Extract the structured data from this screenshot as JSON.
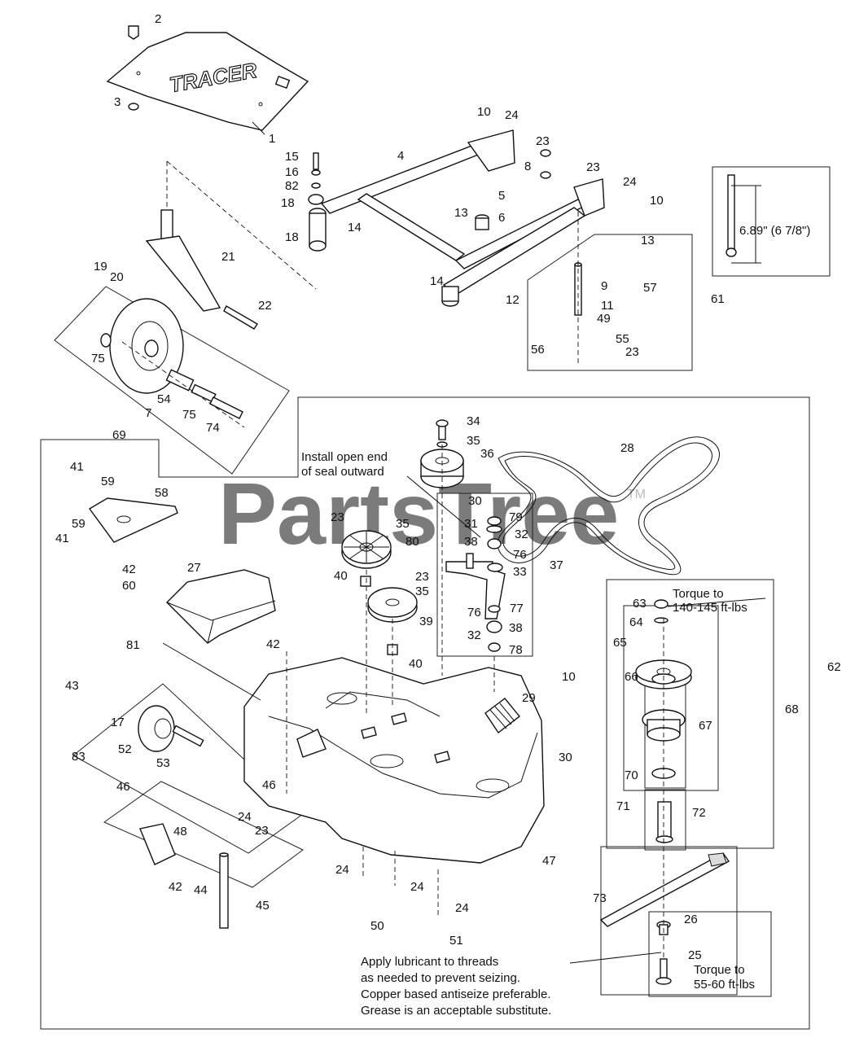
{
  "watermark": "PartsTree",
  "trademark": "TM",
  "hood_logo": "TRACER",
  "notes": {
    "seal": [
      "Install open end",
      "of seal outward"
    ],
    "torque_spindle": [
      "Torque to",
      "140-145 ft-lbs"
    ],
    "torque_blade": [
      "Torque to",
      "55-60 ft-lbs"
    ],
    "lubricant": [
      "Apply lubricant to threads",
      "as needed to prevent seizing.",
      "Copper based antiseize preferable.",
      "Grease is an acceptable substitute."
    ],
    "dimension": "6.89\" (6 7/8\")"
  },
  "callouts": [
    {
      "n": "2"
    },
    {
      "n": "3"
    },
    {
      "n": "1"
    },
    {
      "n": "10"
    },
    {
      "n": "24"
    },
    {
      "n": "23"
    },
    {
      "n": "4"
    },
    {
      "n": "15"
    },
    {
      "n": "16"
    },
    {
      "n": "82"
    },
    {
      "n": "18"
    },
    {
      "n": "14"
    },
    {
      "n": "18"
    },
    {
      "n": "8"
    },
    {
      "n": "23"
    },
    {
      "n": "24"
    },
    {
      "n": "10"
    },
    {
      "n": "5"
    },
    {
      "n": "13"
    },
    {
      "n": "6"
    },
    {
      "n": "19"
    },
    {
      "n": "20"
    },
    {
      "n": "21"
    },
    {
      "n": "22"
    },
    {
      "n": "13"
    },
    {
      "n": "9"
    },
    {
      "n": "57"
    },
    {
      "n": "61"
    },
    {
      "n": "14"
    },
    {
      "n": "12"
    },
    {
      "n": "11"
    },
    {
      "n": "49"
    },
    {
      "n": "56"
    },
    {
      "n": "55"
    },
    {
      "n": "23"
    },
    {
      "n": "75"
    },
    {
      "n": "54"
    },
    {
      "n": "7"
    },
    {
      "n": "75"
    },
    {
      "n": "74"
    },
    {
      "n": "69"
    },
    {
      "n": "34"
    },
    {
      "n": "35"
    },
    {
      "n": "36"
    },
    {
      "n": "28"
    },
    {
      "n": "41"
    },
    {
      "n": "59"
    },
    {
      "n": "58"
    },
    {
      "n": "30"
    },
    {
      "n": "79"
    },
    {
      "n": "23"
    },
    {
      "n": "35"
    },
    {
      "n": "31"
    },
    {
      "n": "32"
    },
    {
      "n": "80"
    },
    {
      "n": "38"
    },
    {
      "n": "76"
    },
    {
      "n": "59"
    },
    {
      "n": "41"
    },
    {
      "n": "42"
    },
    {
      "n": "60"
    },
    {
      "n": "33"
    },
    {
      "n": "37"
    },
    {
      "n": "27"
    },
    {
      "n": "40"
    },
    {
      "n": "23"
    },
    {
      "n": "35"
    },
    {
      "n": "76"
    },
    {
      "n": "77"
    },
    {
      "n": "38"
    },
    {
      "n": "32"
    },
    {
      "n": "78"
    },
    {
      "n": "39"
    },
    {
      "n": "40"
    },
    {
      "n": "63"
    },
    {
      "n": "64"
    },
    {
      "n": "65"
    },
    {
      "n": "81"
    },
    {
      "n": "42"
    },
    {
      "n": "62"
    },
    {
      "n": "10"
    },
    {
      "n": "66"
    },
    {
      "n": "43"
    },
    {
      "n": "29"
    },
    {
      "n": "68"
    },
    {
      "n": "67"
    },
    {
      "n": "17"
    },
    {
      "n": "52"
    },
    {
      "n": "83"
    },
    {
      "n": "53"
    },
    {
      "n": "30"
    },
    {
      "n": "70"
    },
    {
      "n": "46"
    },
    {
      "n": "71"
    },
    {
      "n": "72"
    },
    {
      "n": "46"
    },
    {
      "n": "24"
    },
    {
      "n": "23"
    },
    {
      "n": "48"
    },
    {
      "n": "47"
    },
    {
      "n": "42"
    },
    {
      "n": "24"
    },
    {
      "n": "24"
    },
    {
      "n": "44"
    },
    {
      "n": "45"
    },
    {
      "n": "50"
    },
    {
      "n": "24"
    },
    {
      "n": "73"
    },
    {
      "n": "26"
    },
    {
      "n": "51"
    },
    {
      "n": "25"
    }
  ]
}
